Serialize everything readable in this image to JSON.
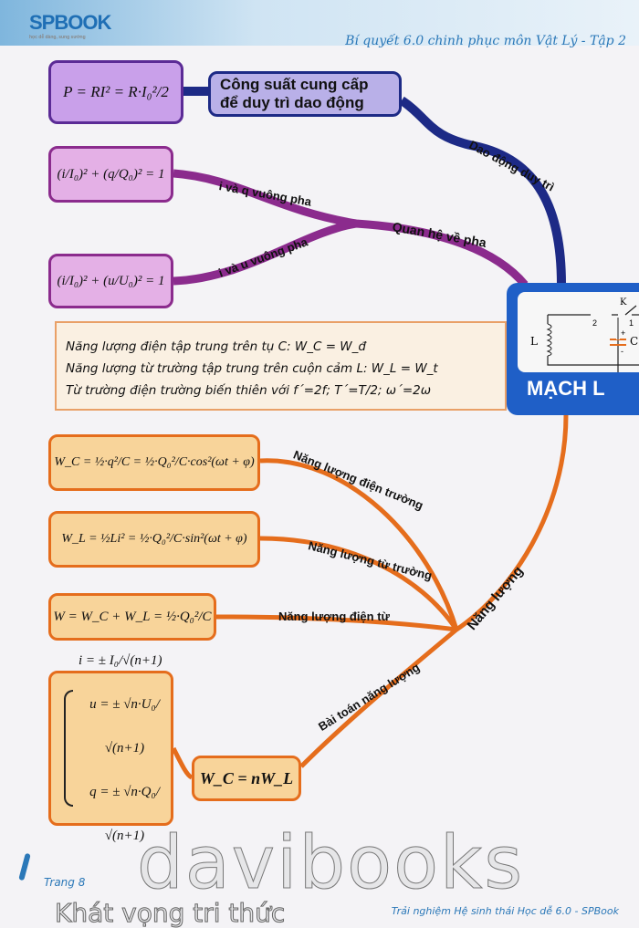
{
  "header": {
    "logo": "SPBOOK",
    "logo_tagline": "học dễ dàng, sung sướng",
    "book_title": "Bí quyết 6.0 chinh phục môn Vật Lý - Tập 2"
  },
  "mindmap": {
    "center": {
      "title": "MẠCH L",
      "circuit_labels": {
        "inductor": "L",
        "capacitor": "C",
        "switch": "K",
        "pos1": "1",
        "pos2": "2",
        "plus": "+",
        "minus": "-"
      }
    },
    "branches": {
      "maintain": {
        "label": "Dao động duy trì",
        "node": "Công suất cung cấp để duy trì dao động",
        "formula": "P = RI² = R·I₀²/2"
      },
      "relation": {
        "label": "Quan hệ về pha",
        "sub": [
          {
            "label": "i và q vuông pha",
            "formula": "(i/I₀)² + (q/Q₀)² = 1"
          },
          {
            "label": "i và u vuông pha",
            "formula": "(i/I₀)² + (u/U₀)² = 1"
          }
        ]
      },
      "energy": {
        "label": "Năng lượng",
        "sub": [
          {
            "label": "Năng lượng điện trường",
            "formula": "W_C = ½·q²/C = ½·Q₀²/C·cos²(ωt + φ)"
          },
          {
            "label": "Năng lượng từ trường",
            "formula": "W_L = ½Li² = ½·Q₀²/C·sin²(ωt + φ)"
          },
          {
            "label": "Năng lượng điện từ",
            "formula": "W = W_C + W_L = ½·Q₀²/C"
          },
          {
            "label": "Bài toán năng lượng",
            "node": "W_C = nW_L",
            "formulas": [
              "i = ± I₀/√(n+1)",
              "u = ± √n·U₀/√(n+1)",
              "q = ± √n·Q₀/√(n+1)"
            ]
          }
        ]
      }
    },
    "note": [
      "Năng lượng điện tập trung trên tụ C: W_C = W_đ",
      "Năng lượng từ trường tập trung trên cuộn cảm L: W_L = W_t",
      "Từ trường điện trường biến thiên với f´=2f; T´=T/2; ω´=2ω"
    ]
  },
  "footer": {
    "page": "Trang 8",
    "right": "Trải nghiệm Hệ sinh thái Học dễ 6.0 - SPBook"
  },
  "watermark": {
    "main": "davibooks",
    "slogan": "Khát vọng tri thức"
  },
  "colors": {
    "blue": "#1d2a86",
    "purple": "#8b2b8d",
    "orange": "#e56d1c",
    "accent": "#2b78b8"
  }
}
